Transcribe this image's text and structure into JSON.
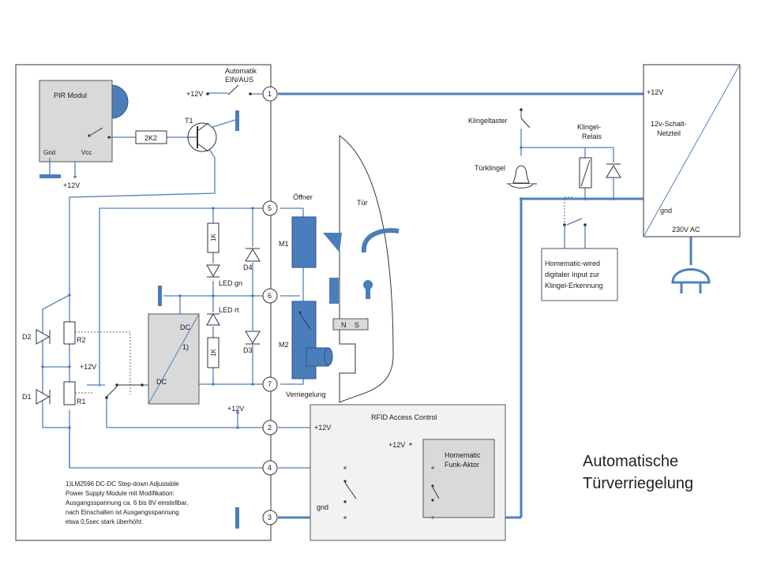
{
  "title": {
    "line1": "Automatische",
    "line2": "Türverriegelung"
  },
  "pir": {
    "label": "PIR Modul",
    "gnd": "Gnd",
    "vcc": "Vcc",
    "supply": "+12V"
  },
  "switch_automatik": {
    "label1": "Automatik",
    "label2": "EIN/AUS",
    "supply": "+12V"
  },
  "resistor_2k2": "2K2",
  "transistor": "T1",
  "terminals": [
    "1",
    "5",
    "6",
    "7",
    "2",
    "4",
    "3"
  ],
  "resistors_1k": [
    "1K",
    "1K"
  ],
  "leds": {
    "green": "LED gn",
    "red": "LED rt"
  },
  "diodes": [
    "D1",
    "D2",
    "D3",
    "D4"
  ],
  "relays": [
    "R1",
    "R2"
  ],
  "supply_12v": "+12V",
  "dc_module": {
    "top": "DC",
    "footnote": "1)",
    "bottom": "DC"
  },
  "door": {
    "opener": "Öffner",
    "door": "Tür",
    "m1": "M1",
    "m2": "M2",
    "lock": "Verriegelung",
    "magnet_n": "N",
    "magnet_s": "S"
  },
  "bell": {
    "button": "Klingeltaster",
    "bell": "Türklingel",
    "relay1": "Klingel-",
    "relay2": "Relais"
  },
  "psu": {
    "plus12": "+12V",
    "name1": "12v-Schalt-",
    "name2": "Netzteil",
    "gnd": "gnd",
    "ac": "230V AC"
  },
  "homematic_wired": {
    "line1": "Homematic-wired",
    "line2": "digitaler  Input zur",
    "line3": "Klingel-Erkennung"
  },
  "rfid": {
    "title": "RFID Access Control",
    "plus12": "+12V",
    "plus12_inner": "+12V",
    "gnd": "gnd"
  },
  "funk_aktor": {
    "line1": "Homematic",
    "line2": "Funk-Aktor"
  },
  "footnote": [
    "1)LM2596 DC-DC Step-down Adjustable",
    "Power Supply Module mit Modifikation:",
    "Ausgangsspannung ca. 6 bis 8V einstellbar,",
    "nach Einschalten ist Ausgangsspannung",
    "etwa  0,5sec stark überhöht."
  ],
  "colors": {
    "wire": "#4f81bd",
    "component": "#4a7ebb",
    "box": "#d9d9d9",
    "outline": "#333333"
  }
}
